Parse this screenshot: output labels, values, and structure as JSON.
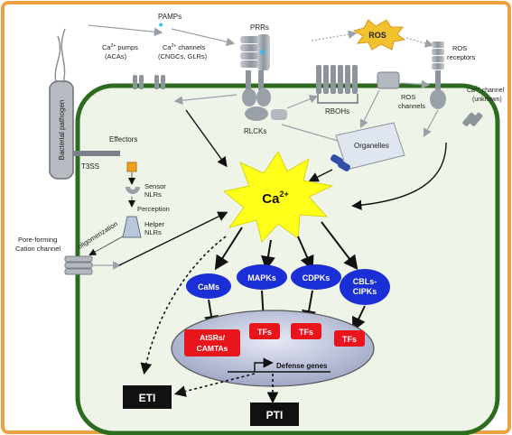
{
  "labels": {
    "pamps": "PAMPs",
    "prrs": "PRRs",
    "ros": "ROS",
    "ros_receptors_1": "ROS",
    "ros_receptors_2": "receptors",
    "ca_pumps_1": "Ca",
    "ca_pumps_2": "pumps",
    "ca_pumps_3": "(ACAs)",
    "ca_channels_1": "Ca",
    "ca_channels_2": "channels",
    "ca_channels_3": "(CNGCs, GLRs)",
    "ca_channel_unknown_1": "Ca",
    "ca_channel_unknown_2": "channel",
    "ca_channel_unknown_3": "(unknown)",
    "superscript_2plus": "2+",
    "rbohs": "RBOHs",
    "ros_channels_1": "ROS",
    "ros_channels_2": "channels",
    "rlcks": "RLCKs",
    "organelles": "Organelles",
    "bacterial_pathogen": "Bacterial pathogen",
    "t3ss": "T3SS",
    "effectors": "Effectors",
    "sensor_nlrs_1": "Sensor",
    "sensor_nlrs_2": "NLRs",
    "perception": "Perception",
    "helper_nlrs_1": "Helper",
    "helper_nlrs_2": "NLRs",
    "oligomerization": "oligomerization",
    "pore_forming_1": "Pore-forming",
    "pore_forming_2": "Cation channel",
    "calcium_main": "Ca",
    "calcium_sup": "2+",
    "cams": "CaMs",
    "mapks": "MAPKs",
    "cdpks": "CDPKs",
    "cbls_1": "CBLs-",
    "cbls_2": "CIPKs",
    "atsrs_1": "AtSRs/",
    "atsrs_2": "CAMTAs",
    "tfs_1": "TFs",
    "tfs_2": "TFs",
    "tfs_3": "TFs",
    "defense_genes": "Defense genes",
    "eti": "ETI",
    "pti": "PTI"
  },
  "colors": {
    "frame_border": "#f0a040",
    "cell_fill": "#eef5e8",
    "cell_border": "#2d6b1f",
    "calcium_star": "#ffff1a",
    "ros_star": "#f2c12e",
    "blue_oval": "#1b2fd6",
    "red_box": "#e8161c",
    "black_box": "#111111",
    "nucleus": "#b9bfd6",
    "membrane_protein": "#9a9fa6",
    "pamp_dot": "#36b9e6"
  }
}
